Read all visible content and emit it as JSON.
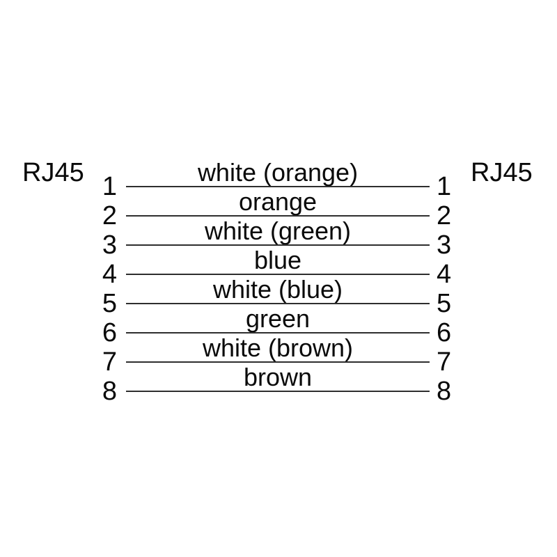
{
  "diagram": {
    "type": "rj45-straight-through-pinout",
    "left_connector": "RJ45",
    "right_connector": "RJ45",
    "pins": [
      {
        "pin": "1",
        "wire": "white (orange)"
      },
      {
        "pin": "2",
        "wire": "orange"
      },
      {
        "pin": "3",
        "wire": "white (green)"
      },
      {
        "pin": "4",
        "wire": "blue"
      },
      {
        "pin": "5",
        "wire": "white (blue)"
      },
      {
        "pin": "6",
        "wire": "green"
      },
      {
        "pin": "7",
        "wire": "white (brown)"
      },
      {
        "pin": "8",
        "wire": "brown"
      }
    ],
    "line_color": "#2e2e2e",
    "text_color": "#0a0a0a",
    "background_color": "#ffffff"
  }
}
